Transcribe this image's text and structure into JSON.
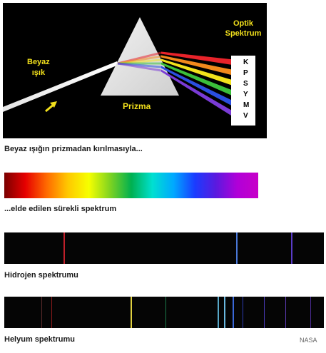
{
  "prism_panel": {
    "white_light_label": [
      "Beyaz",
      "ışık"
    ],
    "prism_label": "Prizma",
    "spectrum_title": [
      "Optik",
      "Spektrum"
    ],
    "spectrum_letters": [
      "K",
      "P",
      "S",
      "Y",
      "M",
      "V"
    ],
    "spectrum_colors": [
      "#e8232a",
      "#f28a1c",
      "#f2e21c",
      "#3bbf3b",
      "#2b4fe0",
      "#7a3bd6"
    ],
    "label_color": "#f2e01c"
  },
  "captions": {
    "prism_caption": "Beyaz ışığın prizmadan kırılmasıyla...",
    "continuous_caption": "...elde edilen sürekli spektrum",
    "hydrogen_caption": "Hidrojen spektrumu",
    "helium_caption": "Helyum spektrumu",
    "credit": "NASA"
  },
  "continuous_spectrum": {
    "gradient_colors": [
      "#7a0000",
      "#e60000",
      "#ff6a00",
      "#ffc800",
      "#f6ff00",
      "#7ed321",
      "#00b050",
      "#00e0d0",
      "#00a8ff",
      "#1a3cff",
      "#5a1adf",
      "#b000d8",
      "#c800c8"
    ]
  },
  "hydrogen_lines": [
    {
      "pos": 0.185,
      "color": "#c0202a",
      "w": 2
    },
    {
      "pos": 0.725,
      "color": "#4a78d8",
      "w": 2
    },
    {
      "pos": 0.898,
      "color": "#5a3cc8",
      "w": 2
    }
  ],
  "helium_lines": [
    {
      "pos": 0.115,
      "color": "#5a2a2a",
      "w": 1
    },
    {
      "pos": 0.148,
      "color": "#8a1a1a",
      "w": 1
    },
    {
      "pos": 0.395,
      "color": "#e0d040",
      "w": 2
    },
    {
      "pos": 0.505,
      "color": "#1a7a4a",
      "w": 1
    },
    {
      "pos": 0.668,
      "color": "#58a8c8",
      "w": 2
    },
    {
      "pos": 0.688,
      "color": "#6ab8e0",
      "w": 2
    },
    {
      "pos": 0.715,
      "color": "#3a68d8",
      "w": 2
    },
    {
      "pos": 0.745,
      "color": "#2a3ab0",
      "w": 1
    },
    {
      "pos": 0.812,
      "color": "#4a3ab8",
      "w": 1
    },
    {
      "pos": 0.88,
      "color": "#5a3ab0",
      "w": 1
    },
    {
      "pos": 0.958,
      "color": "#4a2a90",
      "w": 1
    }
  ]
}
